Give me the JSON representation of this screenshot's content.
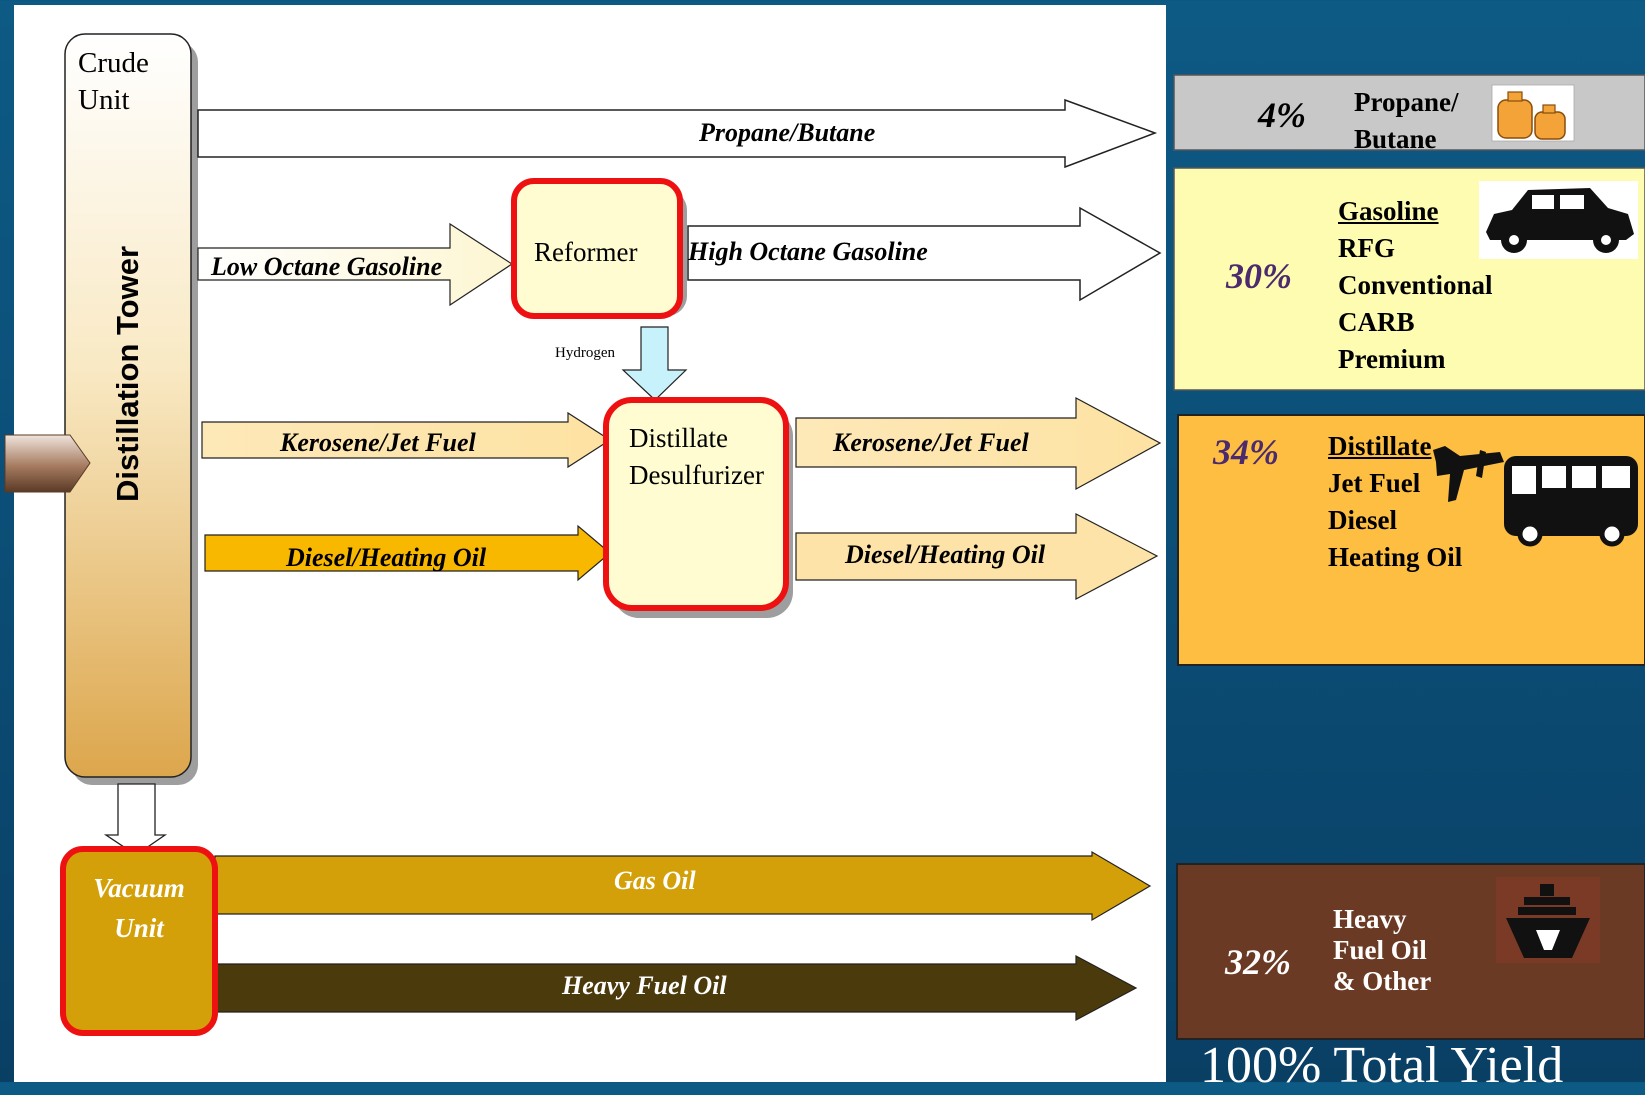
{
  "diagram": {
    "crude_unit_label": [
      "Crude",
      "Unit"
    ],
    "tower_label": "Distillation Tower",
    "reformer_label": "Reformer",
    "desulfurizer_label": [
      "Distillate",
      "Desulfurizer"
    ],
    "vacuum_label": [
      "Vacuum",
      "Unit"
    ],
    "hydrogen_label": "Hydrogen",
    "streams": {
      "propane_butane": "Propane/Butane",
      "low_octane": "Low Octane Gasoline",
      "high_octane": "High Octane Gasoline",
      "kerosene_in": "Kerosene/Jet Fuel",
      "kerosene_out": "Kerosene/Jet Fuel",
      "diesel_in": "Diesel/Heating Oil",
      "diesel_out": "Diesel/Heating Oil",
      "gas_oil": "Gas Oil",
      "heavy_fuel_oil": "Heavy Fuel Oil"
    }
  },
  "yields": [
    {
      "pct": "4%",
      "lines": [
        "Propane/",
        "Butane"
      ],
      "icon": "propane-tank-icon",
      "bg": "#c8c8c8"
    },
    {
      "pct": "30%",
      "lines": [
        "Gasoline",
        "RFG",
        "Conventional",
        "CARB",
        "Premium"
      ],
      "icon": "car-icon",
      "bg": "#fefcb0"
    },
    {
      "pct": "34%",
      "lines": [
        "Distillate",
        "Jet Fuel",
        "Diesel",
        "Heating Oil"
      ],
      "icon": "airplane-bus-icon",
      "bg": "#fdbe42"
    },
    {
      "pct": "32%",
      "lines": [
        "Heavy",
        "Fuel Oil",
        "& Other"
      ],
      "icon": "ship-icon",
      "bg": "#6b3a24"
    }
  ],
  "footer": "100% Total Yield",
  "colors": {
    "background": "#0b4f78",
    "unit_border": "#ee1111",
    "unit_fill": "#fefcd0",
    "gas_oil": "#d4a00a",
    "heavy_fuel_oil": "#4b3a0c",
    "diesel_in": "#f8b800",
    "kerosene": "#fde7b4"
  }
}
